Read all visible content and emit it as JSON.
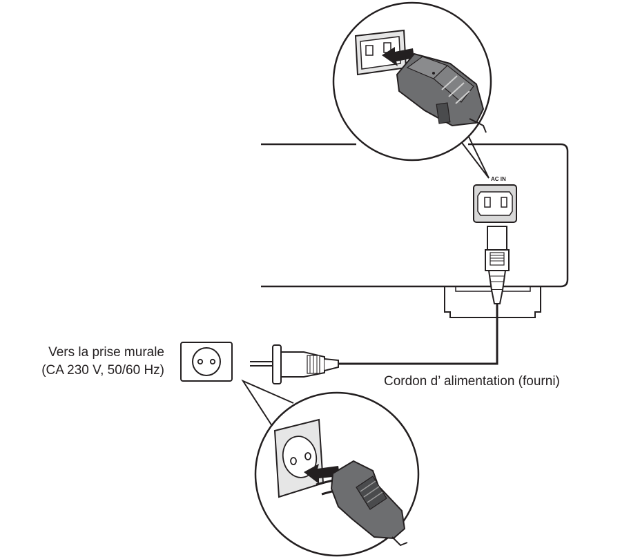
{
  "labels": {
    "wall_outlet_line1": "Vers la prise murale",
    "wall_outlet_line2": "(CA 230 V, 50/60 Hz)",
    "power_cord": "Cordon d’ alimentation (fourni)",
    "ac_in": "AC IN"
  },
  "colors": {
    "line": "#231f20",
    "plug_fill": "#6d6e70",
    "plug_dark": "#4a4b4d",
    "inlet_fill": "#d8d8d8",
    "outlet_fill": "#e6e6e6"
  }
}
